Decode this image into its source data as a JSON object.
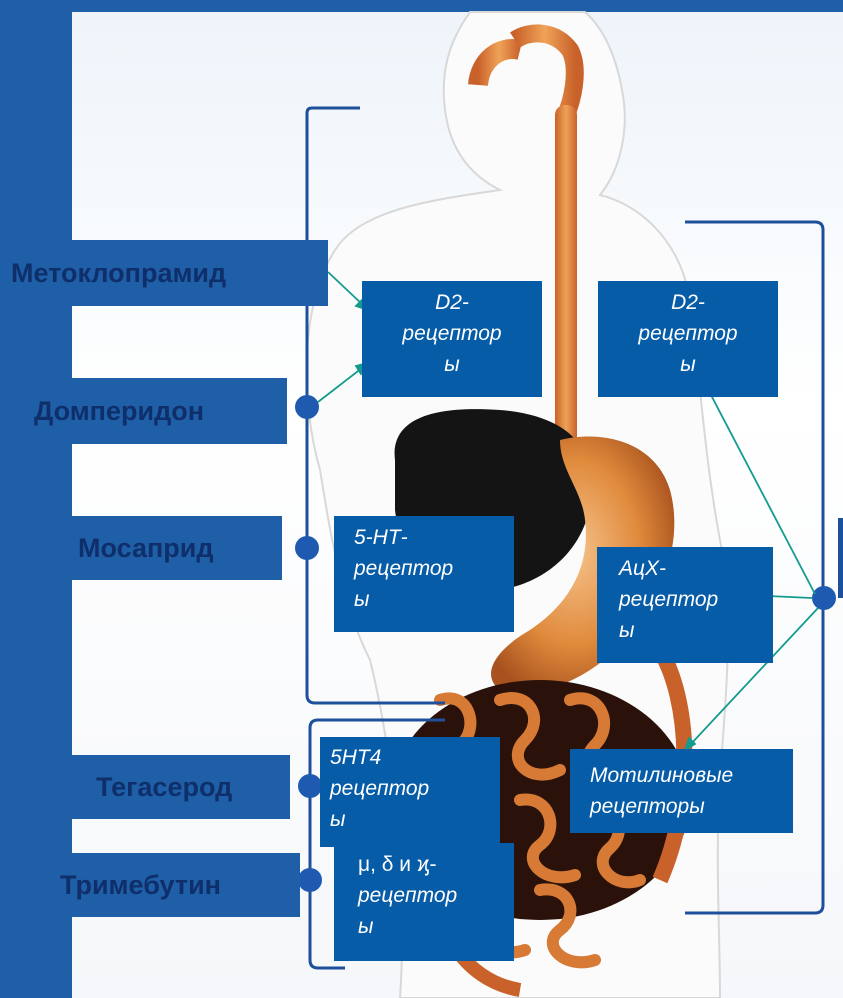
{
  "drugs": {
    "metoclopramide": "Метоклопрамид",
    "domperidone": "Домперидон",
    "mosapride": "Мосаприд",
    "tegaserod": "Тегасерод",
    "trimebutine": "Тримебутин"
  },
  "receptors": {
    "d2_left": {
      "line1": "D2-",
      "line2": "рецептор",
      "line3": "ы"
    },
    "d2_right": {
      "line1": "D2-",
      "line2": "рецептор",
      "line3": "ы"
    },
    "ht5": {
      "line1": "5-НТ-",
      "line2": "рецептор",
      "line3": "ы"
    },
    "ach": {
      "line1": "АцХ-",
      "line2": "рецептор",
      "line3": "ы"
    },
    "ht4": {
      "line1": "5НТ4",
      "line2": "рецептор",
      "line3": "ы"
    },
    "motilin": {
      "line1": "Мотилиновые",
      "line2": "рецепторы"
    },
    "opioid": {
      "line1": "μ, δ и ϗ-",
      "line2": "рецептор",
      "line3": "ы"
    }
  },
  "colors": {
    "brand_blue": "#1f5fa8",
    "box_blue": "#075ca8",
    "dot_blue": "#1e5bb0",
    "arrow_teal": "#139b8f",
    "organ_orange": "#e08a3c"
  }
}
